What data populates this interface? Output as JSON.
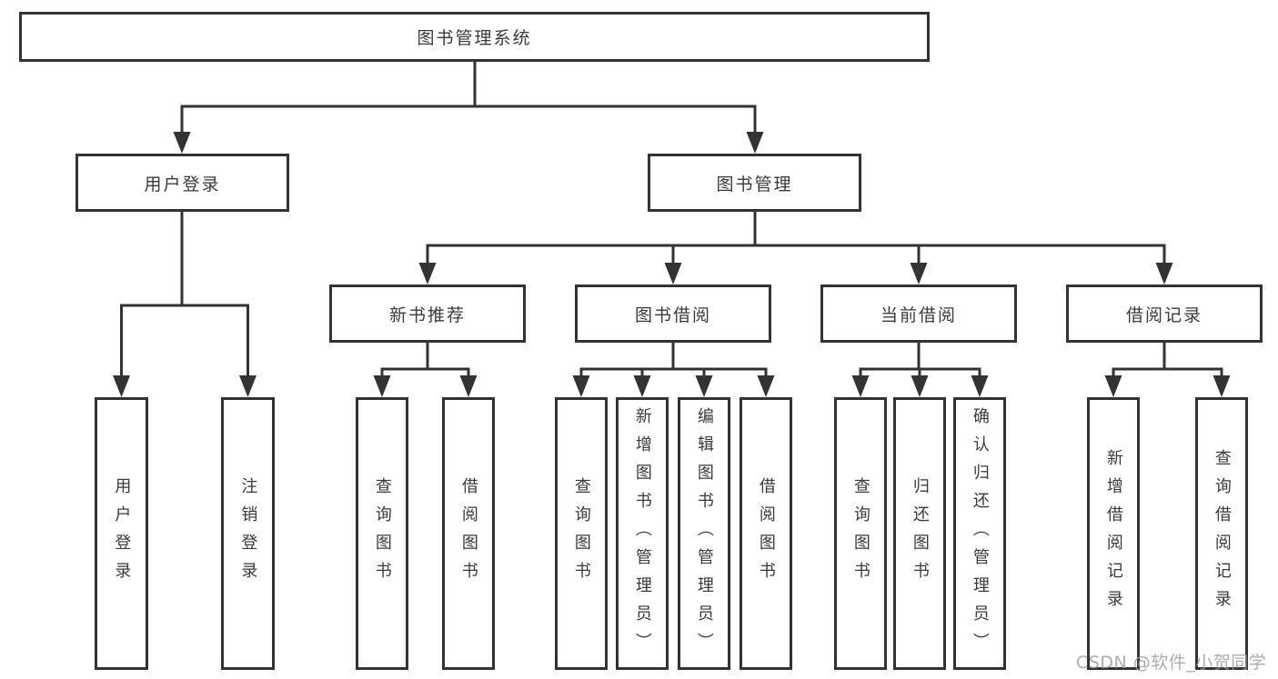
{
  "colors": {
    "line": "#333333",
    "box_border": "#333333",
    "text": "#3a3a3a",
    "watermark": "#9e9e9e",
    "background": "#ffffff"
  },
  "watermark": {
    "text": "CSDN @软件_小贺同学"
  },
  "tree": {
    "label": "图书管理系统",
    "children": [
      {
        "label": "用户登录",
        "children": [
          {
            "label": "用户登录"
          },
          {
            "label": "注销登录"
          }
        ]
      },
      {
        "label": "图书管理",
        "children": [
          {
            "label": "新书推荐",
            "children": [
              {
                "label": "查询图书"
              },
              {
                "label": "借阅图书"
              }
            ]
          },
          {
            "label": "图书借阅",
            "children": [
              {
                "label": "查询图书"
              },
              {
                "label": "新增图书（管理员）"
              },
              {
                "label": "编辑图书（管理员）"
              },
              {
                "label": "借阅图书"
              }
            ]
          },
          {
            "label": "当前借阅",
            "children": [
              {
                "label": "查询图书"
              },
              {
                "label": "归还图书"
              },
              {
                "label": "确认归还（管理员）"
              }
            ]
          },
          {
            "label": "借阅记录",
            "children": [
              {
                "label": "新增借阅记录"
              },
              {
                "label": "查询借阅记录"
              }
            ]
          }
        ]
      }
    ]
  }
}
